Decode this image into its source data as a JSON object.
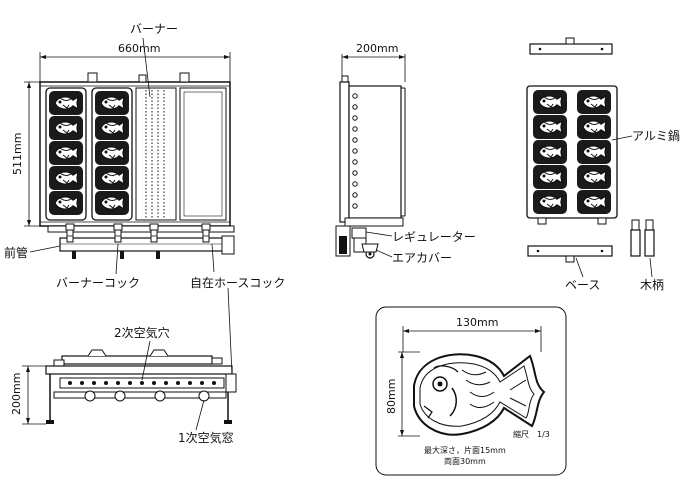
{
  "labels": {
    "burner": "バーナー",
    "width_front": "660mm",
    "height_front": "511mm",
    "front_pipe": "前管",
    "burner_cock": "バーナーコック",
    "hose_cock": "自在ホースコック",
    "width_side": "200mm",
    "regulator": "レギュレーター",
    "air_cover": "エアカバー",
    "aluminum_pan": "アルミ鍋",
    "base": "ベース",
    "wood_handle": "木柄",
    "secondary_air_hole": "2次空気穴",
    "height_bottom": "200mm",
    "primary_air_window": "1次空気窓",
    "mold_width": "130mm",
    "mold_height": "80mm",
    "scale": "縮尺　1/3",
    "depth_line1": "最大深さ，片面15mm",
    "depth_line2": "両面30mm"
  }
}
